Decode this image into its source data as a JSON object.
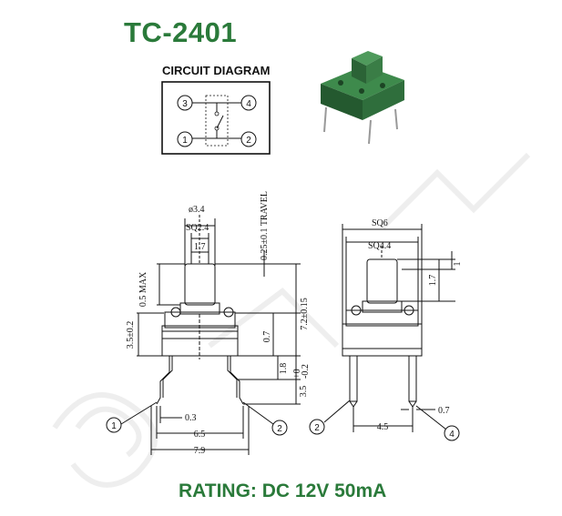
{
  "title": "TC-2401",
  "circuit_diagram": {
    "label": "CIRCUIT DIAGRAM",
    "pins": [
      "3",
      "4",
      "1",
      "2"
    ]
  },
  "side_view": {
    "dim_phi": "ø3.4",
    "dim_sq": "SQ2.4",
    "dim_1_7": "1.7",
    "dim_0_5_max": "0.5 MAX",
    "dim_travel": "0.25±0.1 TRAVEL",
    "dim_3_5_0_2": "3.5±0.2",
    "dim_0_7": "0.7",
    "dim_7_2": "7.2±0.15",
    "dim_1_8": "1.8",
    "dim_3_5_tol": "3.5",
    "dim_tol_sup": "+0",
    "dim_tol_sub": "-0.2",
    "dim_0_3": "0.3",
    "dim_6_5": "6.5",
    "dim_7_9": "7.9",
    "pin1": "1",
    "pin2": "2"
  },
  "front_view": {
    "dim_sq6": "SQ6",
    "dim_sq4_4": "SQ4.4",
    "dim_1": "1",
    "dim_1_7": "1.7",
    "dim_0_7": "0.7",
    "dim_4_5": "4.5",
    "pin2": "2",
    "pin4": "4"
  },
  "rating": "RATING: DC 12V 50mA",
  "colors": {
    "brand_green": "#2a7a3a",
    "switch_body": "#2f6e3c",
    "line": "#111111"
  },
  "icons": [
    "switch-photo-icon",
    "watermark-logo-icon"
  ]
}
